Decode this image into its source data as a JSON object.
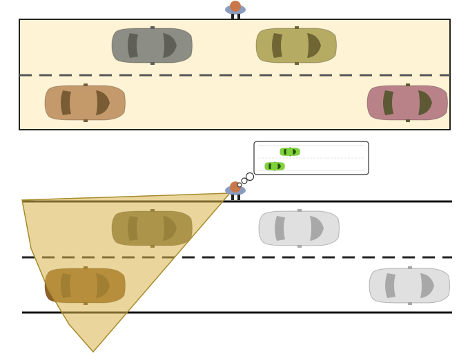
{
  "colors": {
    "road_fill": "#fef3d4",
    "road_border": "#222222",
    "lane_dash": "#555555",
    "cone_fill": "#d9b44a",
    "cone_stroke": "#a68a2a",
    "bubble_bg": "#ffffff",
    "bubble_border": "#333333",
    "mini_car": "#7ed33a",
    "person_body": "#8a9cc0",
    "person_head": "#c8784a"
  },
  "top_scene": {
    "cars": [
      {
        "name": "car-top-gray",
        "color": "#8c8e85",
        "window": "#5f5f58",
        "facing": "right"
      },
      {
        "name": "car-top-olive",
        "color": "#b5ab63",
        "window": "#706634",
        "facing": "right"
      },
      {
        "name": "car-top-tan",
        "color": "#c49a6c",
        "window": "#7a5c34",
        "facing": "right"
      },
      {
        "name": "car-top-mauve",
        "color": "#b98289",
        "window": "#5d5935",
        "facing": "right"
      }
    ]
  },
  "bottom_scene": {
    "cars": [
      {
        "name": "car-bottom-gray-seen",
        "color": "#756d4d",
        "window": "#4a4428",
        "facing": "right",
        "visible": true
      },
      {
        "name": "car-bottom-olive-unseen",
        "color": "#e0e0e0",
        "window": "#a8a8a8",
        "facing": "right",
        "visible": false
      },
      {
        "name": "car-bottom-tan-seen",
        "color": "#8e6028",
        "window": "#5b3c14",
        "facing": "right",
        "visible": true
      },
      {
        "name": "car-bottom-mauve-unseen",
        "color": "#e0e0e0",
        "window": "#a8a8a8",
        "facing": "right",
        "visible": false
      }
    ],
    "belief_bubble": {
      "mini_cars": [
        {
          "name": "belief-car-upper",
          "color": "#7ed33a"
        },
        {
          "name": "belief-car-lower",
          "color": "#7ed33a"
        }
      ]
    }
  }
}
